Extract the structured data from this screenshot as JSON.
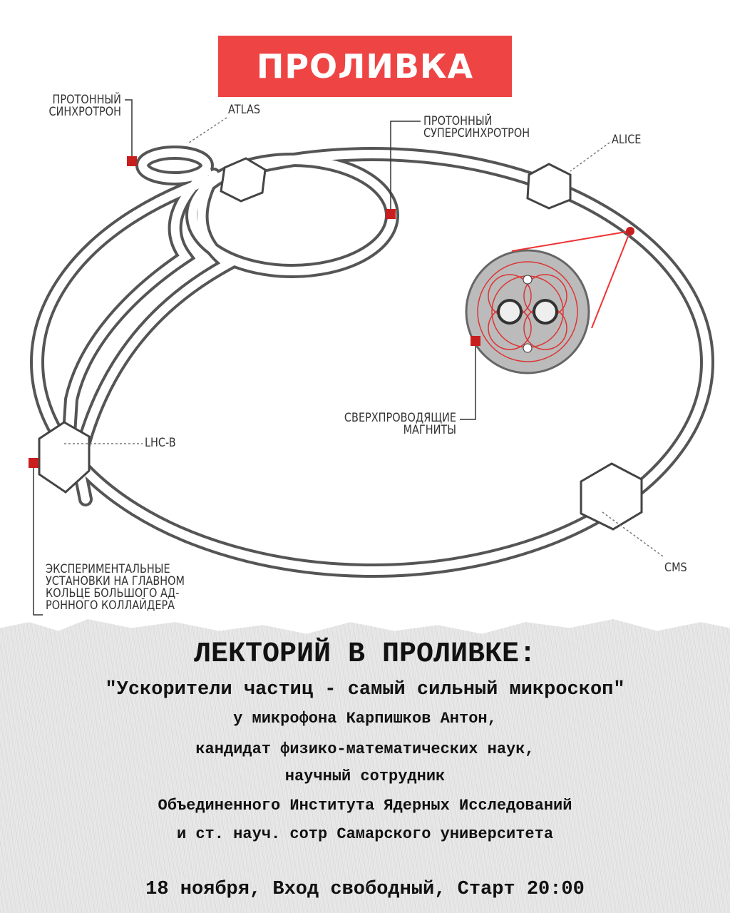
{
  "logo": {
    "text": "ПРОЛИВКА",
    "color": "#ef4444"
  },
  "diagram": {
    "labels": {
      "proton_synchrotron": "ПРОТОННЫЙ\nСИНХРОТРОН",
      "atlas": "ATLAS",
      "proton_supersynchrotron": "ПРОТОННЫЙ\nСУПЕРСИНХРОТРОН",
      "alice": "ALICE",
      "superconducting_magnets": "СВЕРХПРОВОДЯЩИЕ\nМАГНИТЫ",
      "lhcb": "LHC-B",
      "cms": "CMS",
      "experiments": "ЭКСПЕРИМЕНТАЛЬНЫЕ\nУСТАНОВКИ НА ГЛАВНОМ\nКОЛЬЦЕ БОЛЬШОГО АД-\nРОННОГО КОЛЛАЙДЕРА"
    },
    "marker_color": "#c81e1e"
  },
  "event": {
    "title": "ЛЕКТОРИЙ В ПРОЛИВКЕ:",
    "topic": "\"Ускорители частиц - самый сильный микроскоп\"",
    "lines": [
      "у микрофона Карпишков Антон,",
      "кандидат физико-математических наук,",
      "научный сотрудник",
      "Объединенного Института Ядерных Исследований",
      "и ст. науч. сотр Самарского университета"
    ],
    "footer": "18 ноября, Вход свободный, Старт 20:00"
  }
}
